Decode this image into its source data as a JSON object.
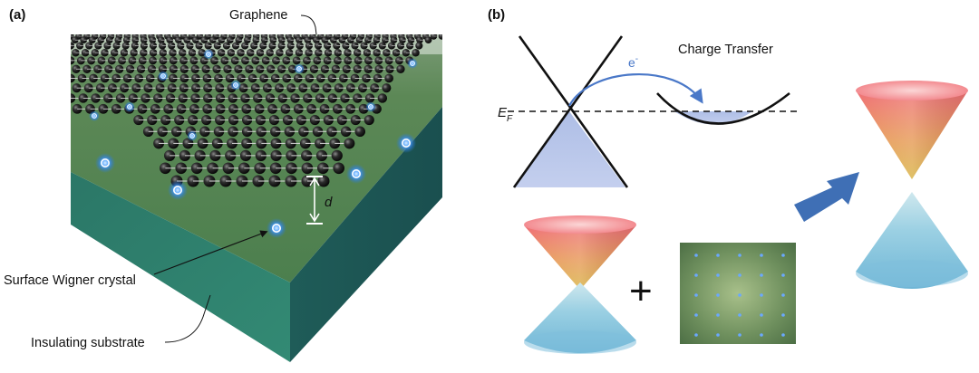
{
  "panel_a": {
    "panel_label": "(a)",
    "graphene_label": "Graphene",
    "distance_symbol": "d",
    "wigner_label": "Surface Wigner crystal",
    "substrate_label": "Insulating substrate"
  },
  "panel_b": {
    "panel_label": "(b)",
    "charge_transfer_label": "Charge Transfer",
    "electron_symbol": "e",
    "electron_superscript": "-",
    "fermi_symbol": "E",
    "fermi_subscript": "F",
    "plus_symbol": "+"
  },
  "colors": {
    "substrate_top": "#4f7f4c",
    "substrate_side": "#2f7a6b",
    "electron_glow": "#5aa8ff",
    "cone_upper_top": "#f07a78",
    "cone_upper_bottom": "#e8b24a",
    "cone_lower": "#8ccbe0",
    "charge_arrow": "#4a78c8",
    "filled_band": "#b6c4e8",
    "big_arrow": "#3f6fb5"
  }
}
